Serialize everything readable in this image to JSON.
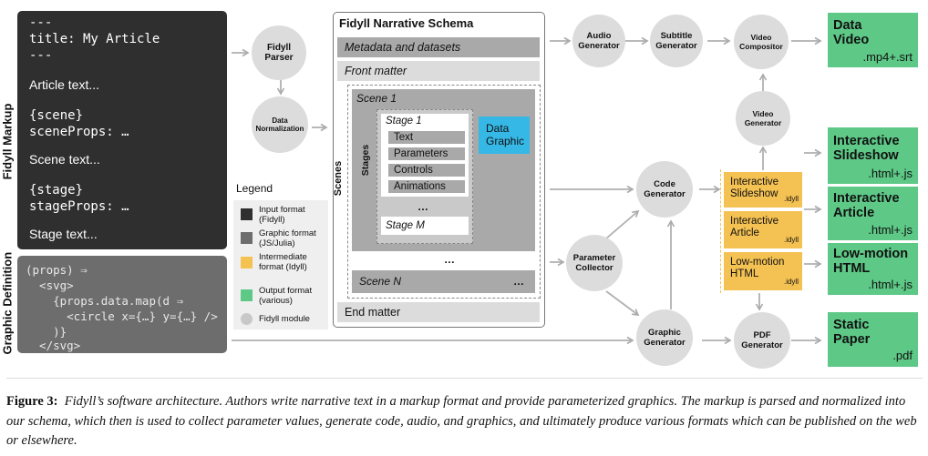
{
  "markup": {
    "side_label": "Fidyll Markup",
    "lines": [
      "---",
      "title: My Article",
      "---",
      "Article text...",
      "{scene}",
      "sceneProps: …",
      "Scene text...",
      "{stage}",
      "stageProps: …",
      "Stage text..."
    ]
  },
  "graphic": {
    "side_label": "Graphic Definition",
    "lines": [
      "(props) ⇒",
      "  <svg>",
      "    {props.data.map(d ⇒",
      "      <circle x={…} y={…} />",
      "    )}",
      "  </svg>"
    ]
  },
  "modules": {
    "parser": "Fidyll Parser",
    "normalization": "Data Normalization",
    "audio": "Audio Generator",
    "subtitle": "Subtitle Generator",
    "compositor": "Video Compositor",
    "video": "Video Generator",
    "code": "Code Generator",
    "param": "Parameter Collector",
    "graphicgen": "Graphic Generator",
    "pdf": "PDF Generator"
  },
  "schema": {
    "title": "Fidyll Narrative Schema",
    "metadata": "Metadata and datasets",
    "front": "Front matter",
    "scenes_label": "Scenes",
    "scene1": "Scene 1",
    "stages_label": "Stages",
    "stage1": "Stage 1",
    "stage_items": [
      "Text",
      "Parameters",
      "Controls",
      "Animations"
    ],
    "stage_ellipsis": "…",
    "data_graphic": "Data Graphic",
    "stagem": "Stage M",
    "scene_ellipsis": "…",
    "scenen": "Scene N",
    "scenen_ellipsis": "…",
    "end": "End matter"
  },
  "legend": {
    "title": "Legend",
    "items": [
      {
        "label": "Input format (Fidyll)",
        "color": "#2f2f2f"
      },
      {
        "label": "Graphic format (JS/Julia)",
        "color": "#6d6d6d"
      },
      {
        "label": "Intermediate format (Idyll)",
        "color": "#f4c153"
      },
      {
        "label": "Output format (various)",
        "color": "#5ec987"
      },
      {
        "label": "Fidyll module",
        "color": "#dcdcdc"
      }
    ]
  },
  "intermediate": [
    {
      "label": "Interactive Slideshow",
      "ext": ".idyll"
    },
    {
      "label": "Interactive Article",
      "ext": ".idyll"
    },
    {
      "label": "Low-motion HTML",
      "ext": ".idyll"
    }
  ],
  "outputs": [
    {
      "title": "Data Video",
      "ext": ".mp4+.srt"
    },
    {
      "title": "Interactive Slideshow",
      "ext": ".html+.js"
    },
    {
      "title": "Interactive Article",
      "ext": ".html+.js"
    },
    {
      "title": "Low-motion HTML",
      "ext": ".html+.js"
    },
    {
      "title": "Static Paper",
      "ext": ".pdf"
    }
  ],
  "caption": {
    "label": "Figure 3:",
    "text": "Fidyll’s software architecture. Authors write narrative text in a markup format and provide parameterized graphics. The markup is parsed and normalized into our schema, which then is used to collect parameter values, generate code, audio, and graphics, and ultimately produce various formats which can be published on the web or elsewhere."
  }
}
